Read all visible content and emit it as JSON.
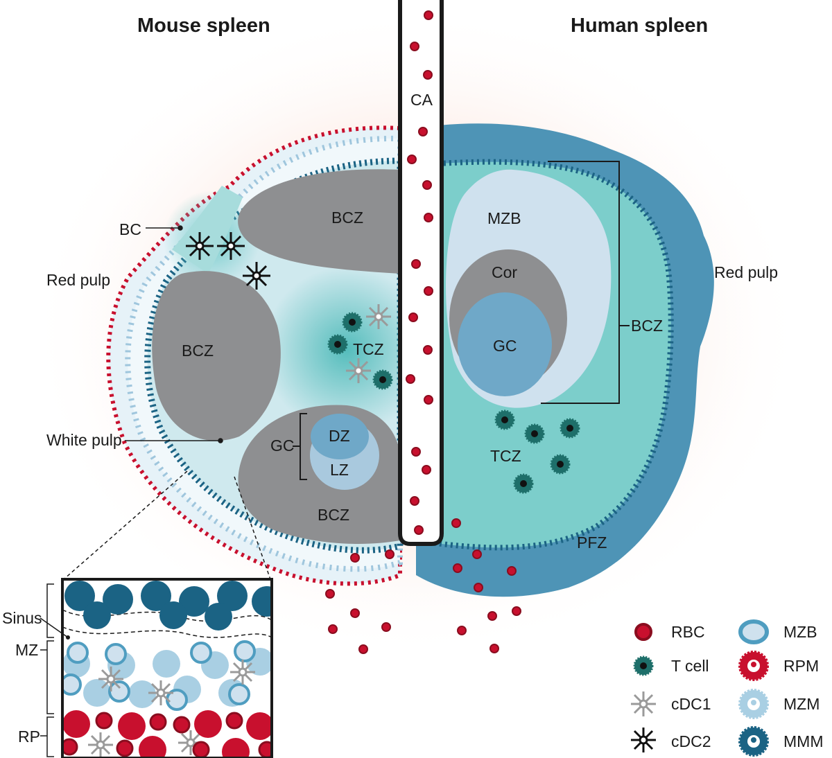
{
  "titles": {
    "left": "Mouse spleen",
    "right": "Human spleen"
  },
  "labels": {
    "ca": "CA",
    "bc": "BC",
    "red_pulp_left": "Red pulp",
    "red_pulp_right": "Red pulp",
    "white_pulp": "White pulp",
    "bcz_top": "BCZ",
    "bcz_left": "BCZ",
    "bcz_bottom": "BCZ",
    "tcz_mouse": "TCZ",
    "gc_mouse": "GC",
    "dz": "DZ",
    "lz": "LZ",
    "mzb": "MZB",
    "cor": "Cor",
    "gc_human": "GC",
    "bcz_human": "BCZ",
    "tcz_human": "TCZ",
    "pfz": "PFZ"
  },
  "inset_labels": {
    "sinus": "Sinus",
    "mz": "MZ",
    "rp": "RP"
  },
  "legend": [
    {
      "key": "rbc",
      "label": "RBC",
      "icon": "rbc-icon"
    },
    {
      "key": "tcell",
      "label": "T cell",
      "icon": "t-cell-icon"
    },
    {
      "key": "cdc1",
      "label": "cDC1",
      "icon": "cdc1-icon"
    },
    {
      "key": "cdc2",
      "label": "cDC2",
      "icon": "cdc2-icon"
    },
    {
      "key": "mzb",
      "label": "MZB",
      "icon": "mzb-icon"
    },
    {
      "key": "rpm",
      "label": "RPM",
      "icon": "rpm-icon"
    },
    {
      "key": "mzm",
      "label": "MZM",
      "icon": "mzm-icon"
    },
    {
      "key": "mmm",
      "label": "MMM",
      "icon": "mmm-icon"
    }
  ],
  "colors": {
    "rbc": "#c8102e",
    "tcell": "#1e6f6a",
    "cdc1": "#9a9a9a",
    "cdc2": "#111111",
    "mzb": "#4f9dc0",
    "rpm": "#c8102e",
    "mzm": "#a9cfe3",
    "mmm": "#1b6384",
    "bcz": "#8e8f91",
    "tcz_mouse": "#66c6c4",
    "white_pulp_mouse": "#cfe9ee",
    "human_outer": "#4e94b6",
    "human_inner": "#7ccecb",
    "human_mzb": "#cfe1ee",
    "human_gc": "#6fa8c8"
  }
}
